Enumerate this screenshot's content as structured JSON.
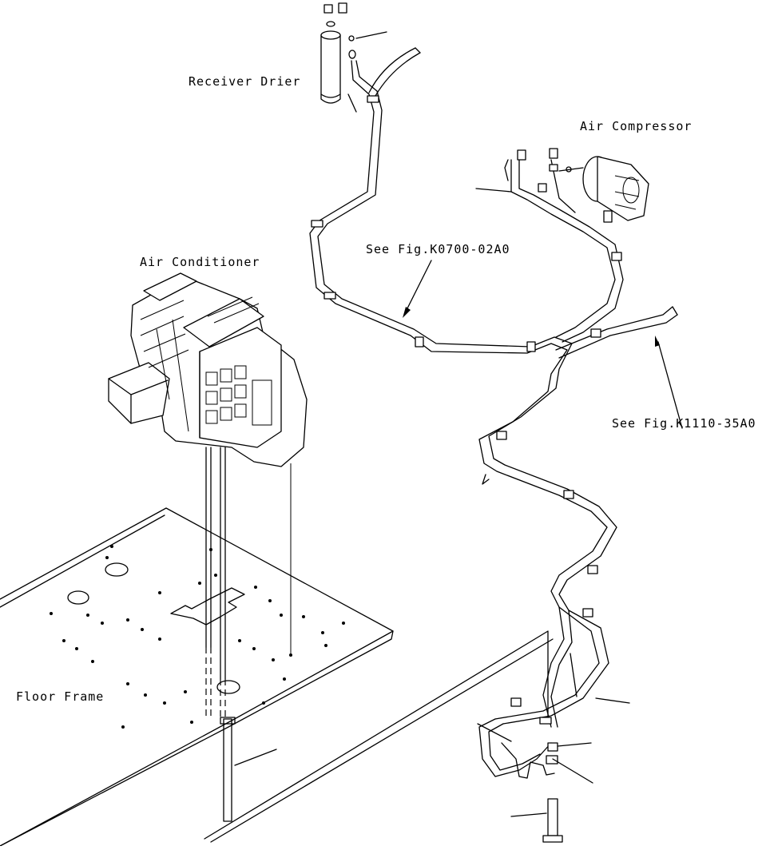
{
  "labels": {
    "receiver_drier": "Receiver Drier",
    "air_compressor": "Air Compressor",
    "air_conditioner": "Air Conditioner",
    "see_fig_k0700": "See Fig.K0700-02A0",
    "see_fig_k1110": "See Fig.K1110-35A0",
    "floor_frame": "Floor Frame"
  },
  "icons": {
    "receiver_drier": "receiver-drier-icon",
    "air_compressor": "air-compressor-icon",
    "air_conditioner": "air-conditioner-icon",
    "floor_frame": "floor-frame-icon"
  },
  "colors": {
    "line": "#000000",
    "background": "#ffffff"
  }
}
